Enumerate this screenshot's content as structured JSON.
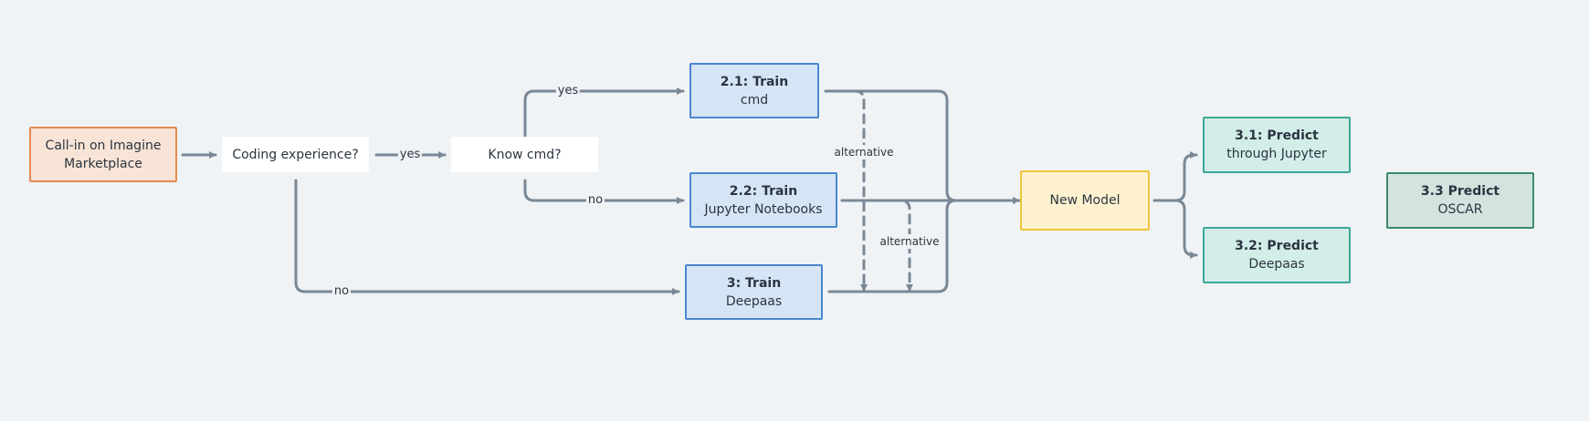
{
  "nodes": {
    "callin": {
      "line1": "Call-in on Imagine",
      "line2": "Marketplace"
    },
    "coding": {
      "label": "Coding experience?"
    },
    "knowcmd": {
      "label": "Know cmd?"
    },
    "train_cmd": {
      "title": "2.1: Train",
      "sub": "cmd"
    },
    "train_jupyter": {
      "title": "2.2: Train",
      "sub": "Jupyter Notebooks"
    },
    "train_deepaas": {
      "title": "3: Train",
      "sub": "Deepaas"
    },
    "new_model": {
      "label": "New Model"
    },
    "predict_jupyter": {
      "title": "3.1: Predict",
      "sub": "through Jupyter"
    },
    "predict_deepaas": {
      "title": "3.2: Predict",
      "sub": "Deepaas"
    },
    "predict_oscar": {
      "title": "3.3 Predict",
      "sub": "OSCAR"
    }
  },
  "edge_labels": {
    "coding_yes": "yes",
    "knowcmd_yes": "yes",
    "knowcmd_no": "no",
    "coding_no": "no",
    "alt1": "alternative",
    "alt2": "alternative"
  },
  "colors": {
    "edge": "#7a8896",
    "background": "#eff3f6"
  }
}
